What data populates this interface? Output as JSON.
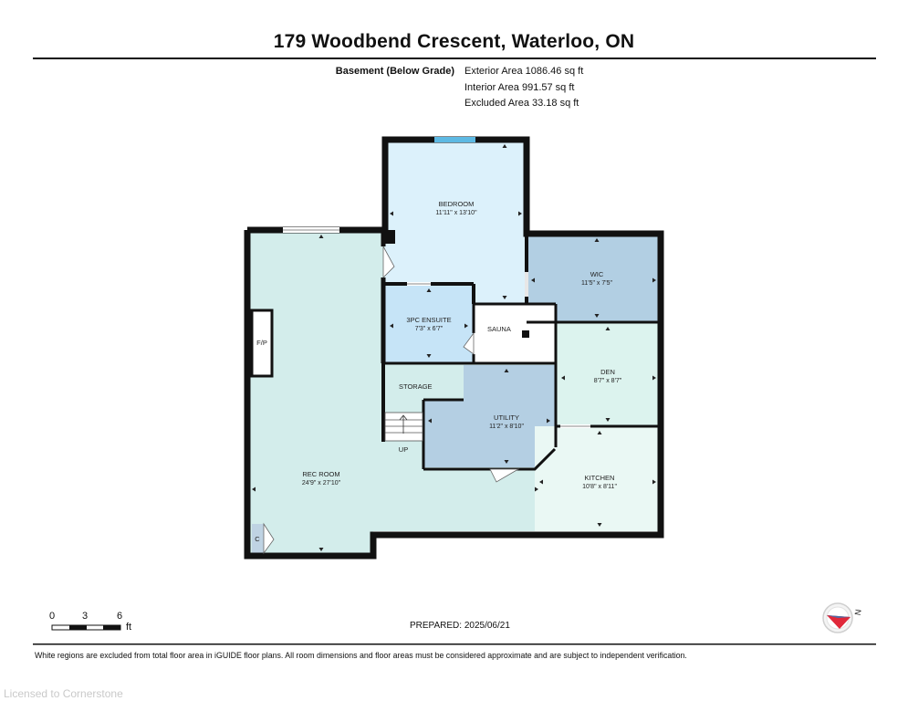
{
  "header": {
    "title": "179 Woodbend Crescent, Waterloo, ON",
    "floor_name": "Basement (Below Grade)",
    "exterior_area": "Exterior Area 1086.46 sq ft",
    "interior_area": "Interior Area 991.57 sq ft",
    "excluded_area": "Excluded Area 33.18 sq ft"
  },
  "rooms": {
    "bedroom": {
      "name": "BEDROOM",
      "dims": "11'11\" x 13'10\""
    },
    "wic": {
      "name": "WIC",
      "dims": "11'5\" x 7'5\""
    },
    "ensuite": {
      "name": "3PC ENSUITE",
      "dims": "7'3\" x 6'7\""
    },
    "sauna": {
      "name": "SAUNA"
    },
    "den": {
      "name": "DEN",
      "dims": "8'7\" x 8'7\""
    },
    "storage": {
      "name": "STORAGE"
    },
    "utility": {
      "name": "UTILITY",
      "dims": "11'2\" x 8'10\""
    },
    "rec_room": {
      "name": "REC ROOM",
      "dims": "24'9\" x 27'10\""
    },
    "kitchen": {
      "name": "KITCHEN",
      "dims": "10'8\" x 8'11\""
    },
    "fireplace": "F/P",
    "closet": "C",
    "stairs": "UP"
  },
  "scale_bar": {
    "t0": "0",
    "t1": "3",
    "t2": "6",
    "unit": "ft"
  },
  "footer": {
    "prepared": "PREPARED: 2025/06/21",
    "note": "White regions are excluded from total floor area in iGUIDE floor plans. All room dimensions and floor areas must be considered approximate and are subject to independent verification.",
    "licensed": "Licensed to Cornerstone",
    "compass_label": "N"
  },
  "colors": {
    "bedroom": "#dcf1fb",
    "wic": "#b2cfe3",
    "ensuite": "#c6e4f7",
    "den": "#dcf3ee",
    "utility": "#b4cfe3",
    "rec_room": "#d3edeb",
    "kitchen": "#eaf8f4",
    "wall": "#111111",
    "window": "#5db9e3"
  },
  "icons": {
    "compass": "compass-icon",
    "stairs": "stairs-icon",
    "room_marker": "dimension-arrow-icon"
  }
}
